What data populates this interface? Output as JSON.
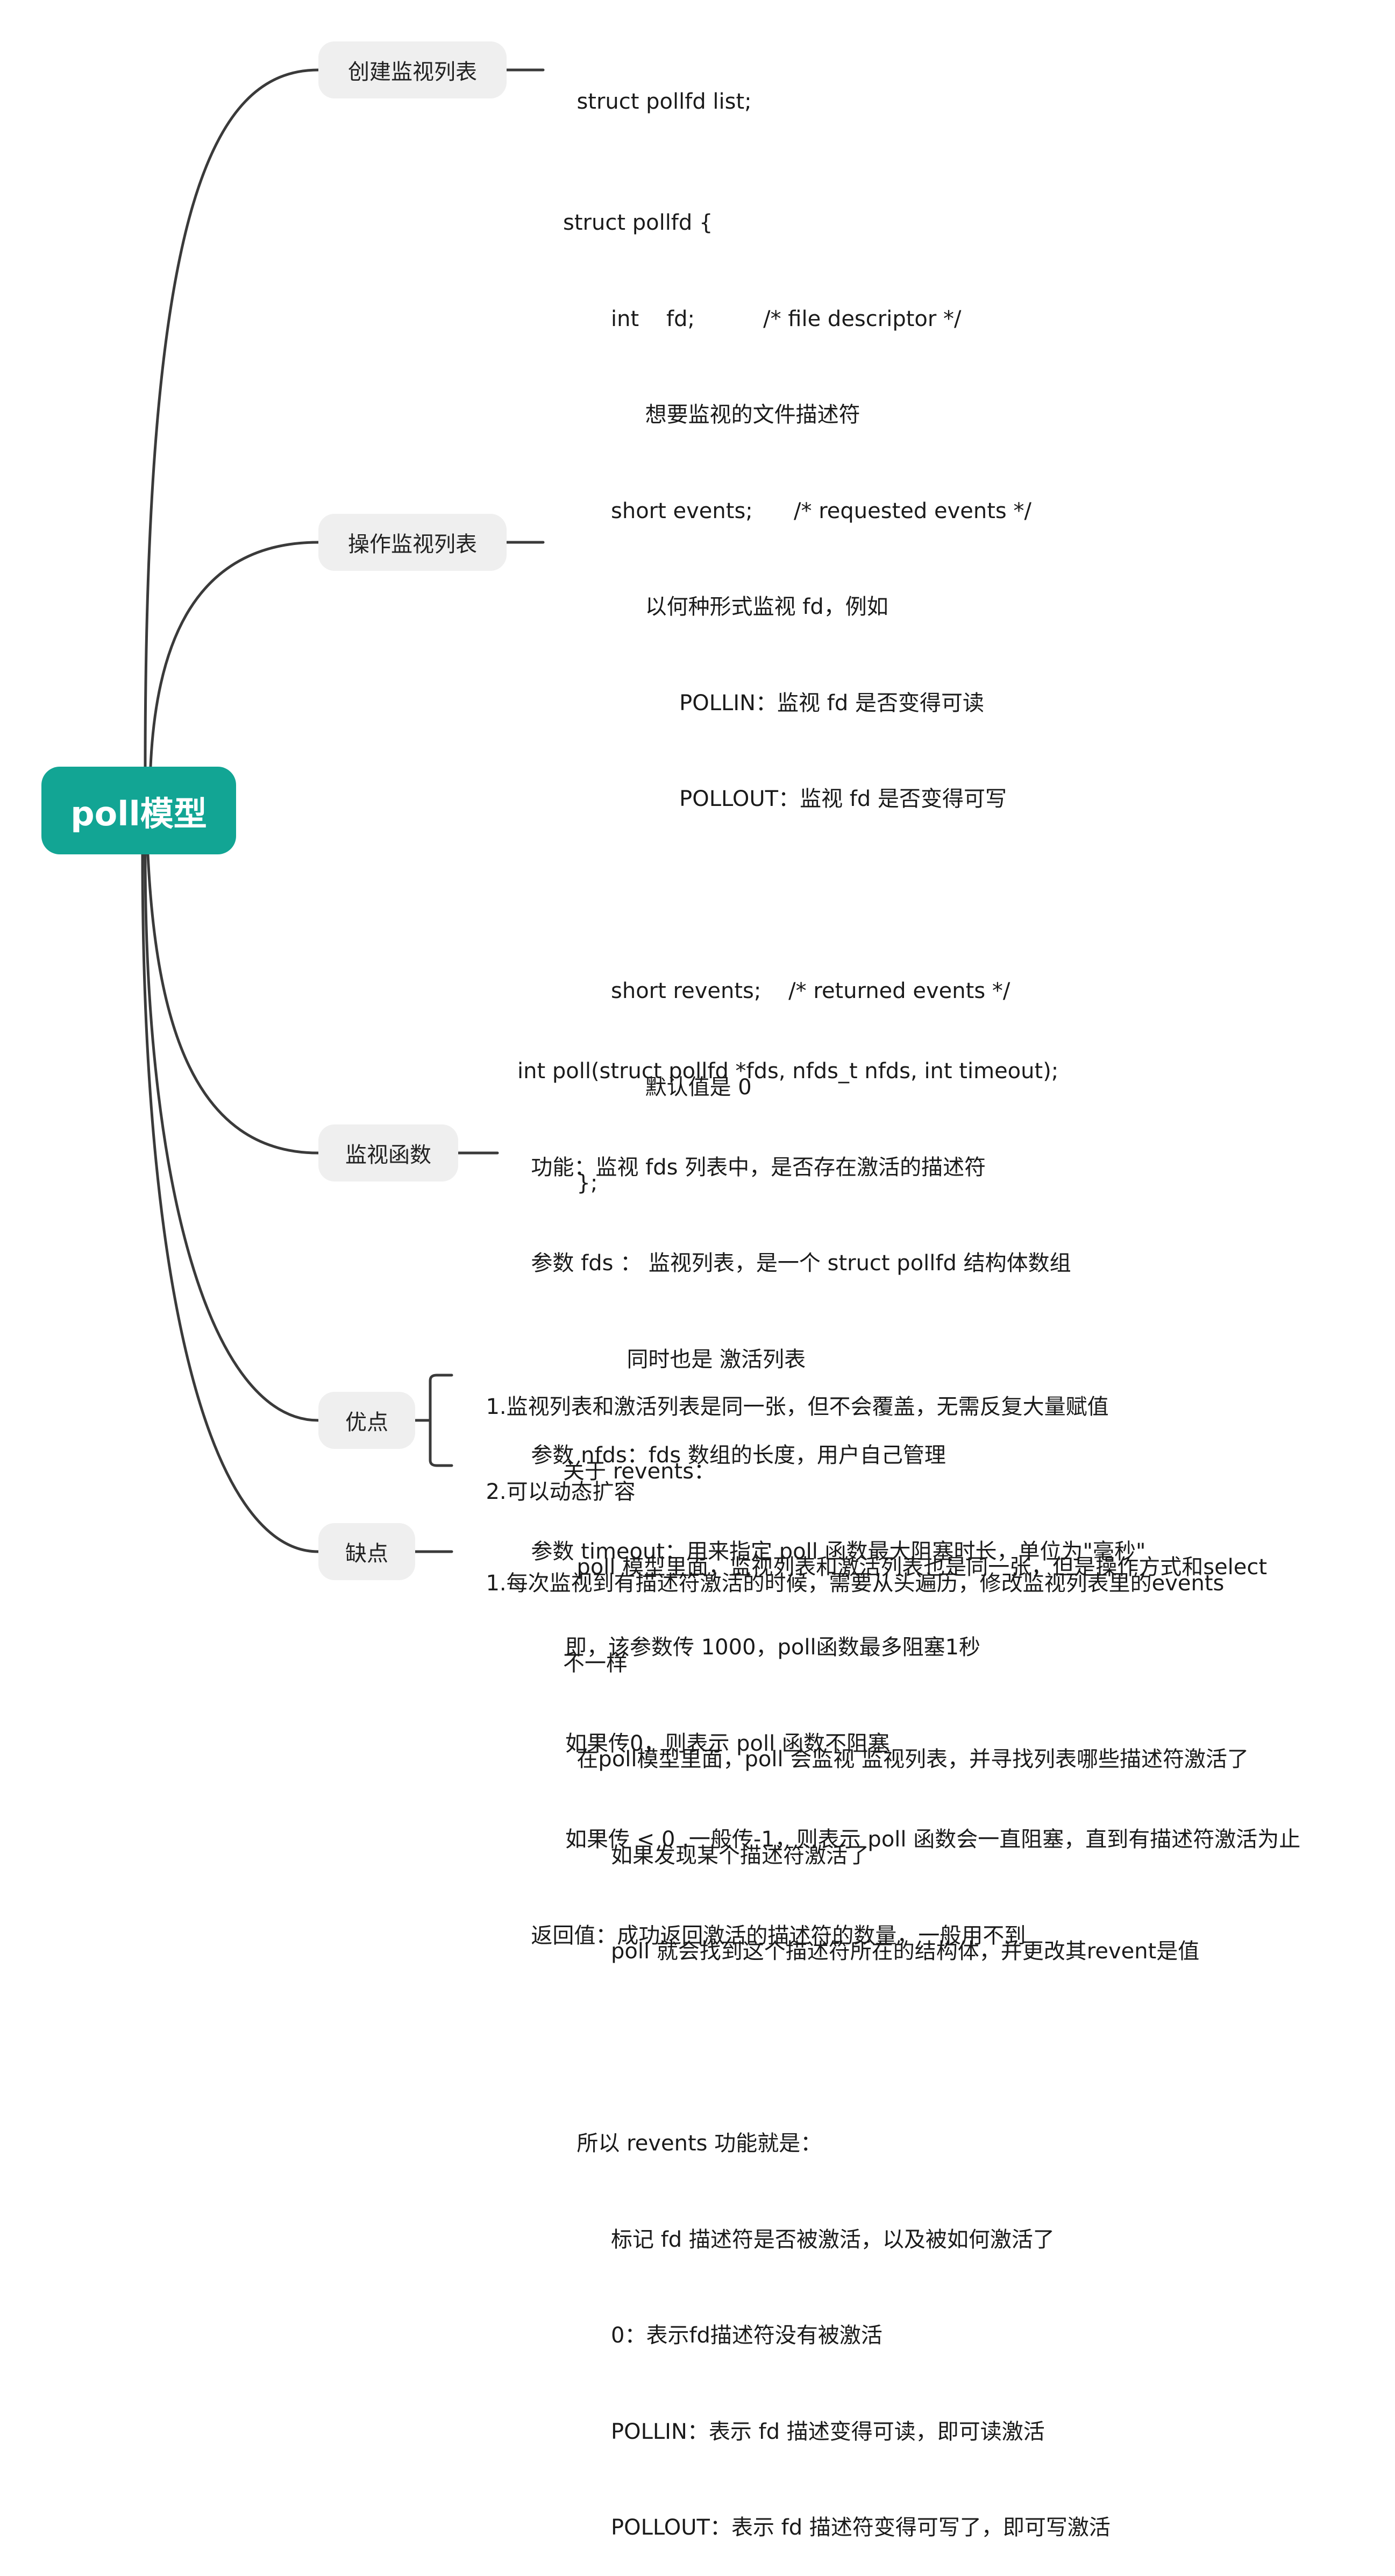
{
  "root": {
    "label": "poll模型"
  },
  "topics": [
    {
      "label": "创建监视列表",
      "content": [
        "struct pollfd list;"
      ]
    },
    {
      "label": "操作监视列表",
      "content": [
        "struct pollfd {",
        "       int    fd;          /* file descriptor */",
        "            想要监视的文件描述符",
        "       short events;      /* requested events */",
        "            以何种形式监视 fd，例如",
        "                 POLLIN：监视 fd 是否变得可读",
        "                 POLLOUT：监视 fd 是否变得可写",
        "",
        "       short revents;    /* returned events */",
        "            默认值是 0",
        "  };",
        "",
        "",
        "关于 revents：",
        "  poll 模型里面，监视列表和激活列表也是同一张，但是操作方式和select",
        "不一样",
        "  在poll模型里面，poll 会监视 监视列表，并寻找列表哪些描述符激活了",
        "       如果发现某个描述符激活了",
        "       poll 就会找到这个描述符所在的结构体，并更改其revent是值",
        "",
        "  所以 revents 功能就是：",
        "       标记 fd 描述符是否被激活，以及被如何激活了",
        "       0：表示fd描述符没有被激活",
        "       POLLIN：表示 fd 描述变得可读，即可读激活",
        "       POLLOUT：表示 fd 描述符变得可写了，即可写激活"
      ]
    },
    {
      "label": "监视函数",
      "content": [
        "int poll(struct pollfd *fds, nfds_t nfds, int timeout);",
        "  功能：监视 fds 列表中，是否存在激活的描述符",
        "  参数 fds ： 监视列表，是一个 struct pollfd 结构体数组",
        "                同时也是 激活列表",
        "  参数 nfds：fds 数组的长度，用户自己管理",
        "  参数 timeout：用来指定 poll 函数最大阻塞时长，单位为\"毫秒\"",
        "       即，该参数传 1000，poll函数最多阻塞1秒",
        "       如果传0，则表示 poll 函数不阻塞",
        "       如果传 < 0 ,一般传-1，则表示 poll 函数会一直阻塞，直到有描述符激活为止",
        "  返回值：成功返回激活的描述符的数量，一般用不到"
      ]
    },
    {
      "label": "优点",
      "items": [
        "1.监视列表和激活列表是同一张，但不会覆盖，无需反复大量赋值",
        "2.可以动态扩容"
      ]
    },
    {
      "label": "缺点",
      "items": [
        "1.每次监视到有描述符激活的时候，需要从头遍历，修改监视列表里的events"
      ]
    }
  ],
  "colors": {
    "root_fill": "#12a594",
    "topic_fill": "#efefef",
    "connector": "#3a3a3a"
  }
}
